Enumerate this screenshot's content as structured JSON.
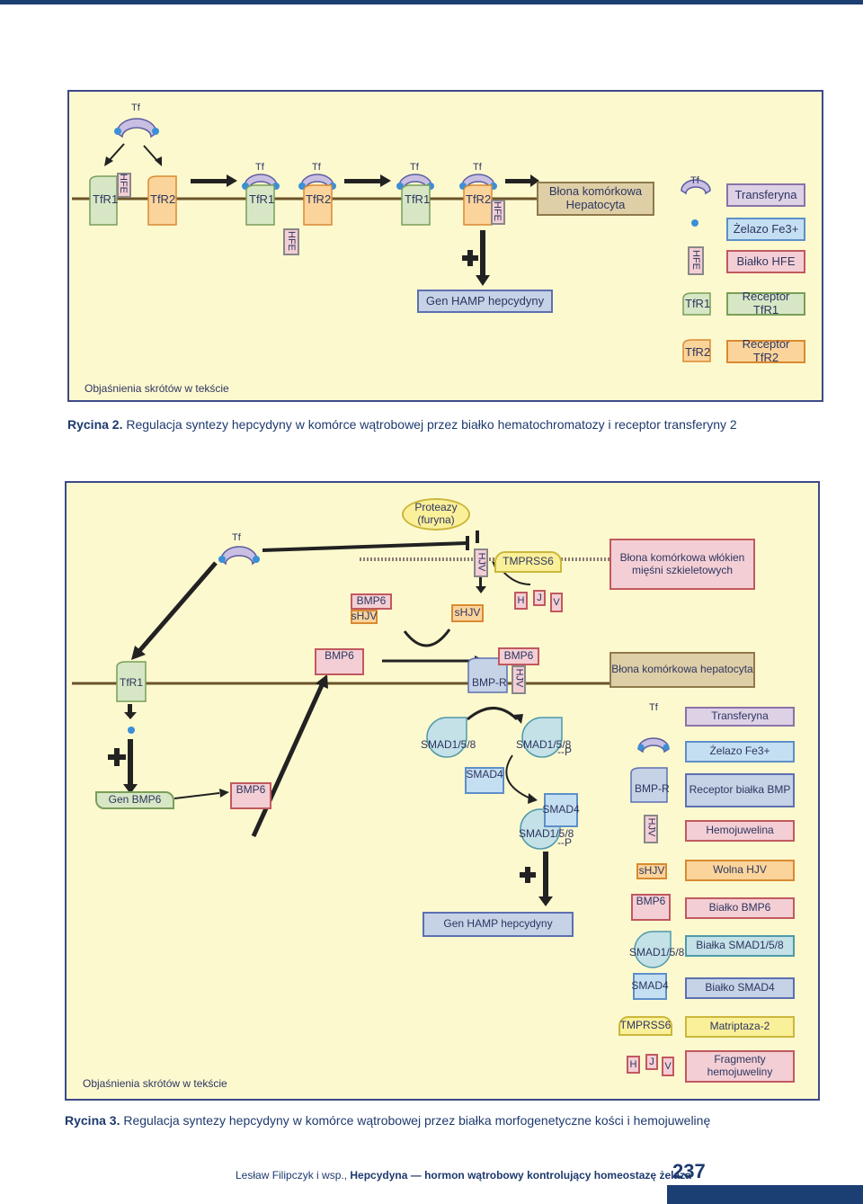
{
  "fig2": {
    "labels": {
      "tf": "Tf",
      "hfe": "HFE",
      "tfr1": "TfR1",
      "tfr2": "TfR2",
      "membrane": "Błona komórkowa Hepatocyta",
      "gene": "Gen HAMP hepcydyny",
      "footnote": "Objaśnienia skrótów w tekście"
    },
    "legend": [
      {
        "symbol": "Tf",
        "label": "Transferyna"
      },
      {
        "symbol": "",
        "label": "Żelazo Fe3+"
      },
      {
        "symbol": "HFE",
        "label": "Białko HFE"
      },
      {
        "symbol": "TfR1",
        "label": "Receptor TfR1"
      },
      {
        "symbol": "TfR2",
        "label": "Receptor TfR2"
      }
    ],
    "caption_bold": "Rycina 2.",
    "caption_text": " Regulacja syntezy hepcydyny w komórce wątrobowej przez białko hematochromatozy i receptor transferyny 2"
  },
  "fig3": {
    "labels": {
      "tf": "Tf",
      "proteases": "Proteazy (furyna)",
      "hjv": "HJV",
      "tmprss6": "TMPRSS6",
      "muscle_membrane": "Błona komórkowa włókien mięśni szkieletowych",
      "bmp6": "BMP6",
      "shjv": "sHJV",
      "h": "H",
      "j": "J",
      "v": "V",
      "tfr1": "TfR1",
      "bmpr": "BMP-R",
      "hep_membrane": "Błona komórkowa hepatocyta",
      "smad158": "SMAD1/5/8",
      "p": "P",
      "smad4": "SMAD4",
      "gen_bmp6": "Gen BMP6",
      "gen_hamp": "Gen HAMP hepcydyny",
      "footnote": "Objaśnienia skrótów w tekście"
    },
    "legend": [
      {
        "symbol": "Tf",
        "label": "Transferyna"
      },
      {
        "symbol": "",
        "label": "Żelazo Fe3+"
      },
      {
        "symbol": "BMP-R",
        "label": "Receptor białka BMP"
      },
      {
        "symbol": "HJV",
        "label": "Hemojuwelina"
      },
      {
        "symbol": "sHJV",
        "label": "Wolna HJV"
      },
      {
        "symbol": "BMP6",
        "label": "Białko BMP6"
      },
      {
        "symbol": "SMAD1/5/8",
        "label": "Białka SMAD1/5/8"
      },
      {
        "symbol": "SMAD4",
        "label": "Białko SMAD4"
      },
      {
        "symbol": "TMPRSS6",
        "label": "Matriptaza-2"
      },
      {
        "symbol": "H J V",
        "label": "Fragmenty hemojuweliny"
      }
    ],
    "caption_bold": "Rycina 3.",
    "caption_text": " Regulacja syntezy hepcydyny w komórce wątrobowej przez białka morfogenetyczne kości i hemojuwelinę"
  },
  "footer": {
    "authors": "Lesław Filipczyk i wsp.,",
    "title": "Hepcydyna — hormon wątrobowy kontrolujący homeostazę żelaza",
    "page": "237"
  },
  "colors": {
    "panel_bg": "#fdf9cf",
    "panel_border": "#3c4a88",
    "text": "#1e3a6e"
  }
}
